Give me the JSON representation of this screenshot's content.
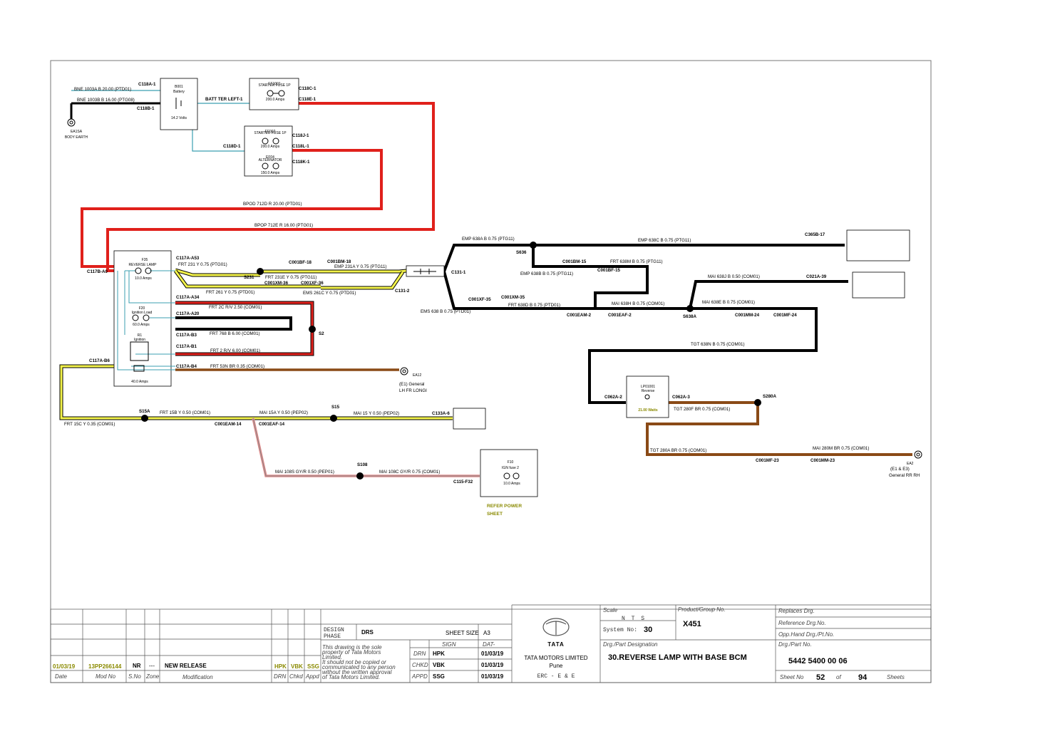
{
  "colors": {
    "red": "#e0201b",
    "black": "#000000",
    "yellow": "#f3f34a",
    "brown": "#8a4a16",
    "redpink": "#e08a8a",
    "cyan": "#3b9fb0",
    "olive": "#8a8a00"
  },
  "battery": {
    "name": "B001",
    "sub": "Battery",
    "volts": "14.2 Volts",
    "earth1": "EA1SA",
    "earth2": "BODY EARTH"
  },
  "fuse_top": {
    "name": "EF1001",
    "sub": "STARTER FUSE 1P",
    "amps": "200.0 Amps"
  },
  "fuse_box2": {
    "name1": "EF002",
    "sub1": "STARTER FUSE 1P",
    "amps1": "200.0 Amps",
    "name2": "EF04",
    "sub2": "ALTERNATOR",
    "amps2": "150.0 Amps"
  },
  "fuse_f35": {
    "name": "F35",
    "sub": "REVERSE LAMP",
    "amps": "10.0 Amps"
  },
  "fuse_f20": {
    "name": "F20",
    "sub": "Ignition Load",
    "amps": "60.0 Amps"
  },
  "relay_r1": {
    "name": "R1",
    "sub": "Ignition"
  },
  "fuse_f22": {
    "amps": "40.0 Amps"
  },
  "f10": {
    "name": "F10",
    "sub": "IGN fuse 2",
    "amps": "10.0 Amps",
    "refer": "REFER POWER",
    "refer2": "SHEET"
  },
  "lamp": {
    "name": "LP01001",
    "sub": "Reverse",
    "watts": "21.00 Watts"
  },
  "wires": {
    "w1": "BNE  1003A  B  20.00  (PTD01)",
    "w2": "BNE  1003B  B  16.00  (PTG08)",
    "w3": "BPOD  712D  R  20.00  (PTD01)",
    "w4": "BPOP  712E  R  16.00  (PTG01)",
    "w5": "FRT  231  Y  0.75  (PTG01)",
    "w6": "EMP  231A  Y  0.75  (PTG11)",
    "w7": "FRT  231E  Y  0.75  (PTG11)",
    "w8": "FRT  261  Y  0.75  (PTD01)",
    "w9": "EMS  261C  Y  0.75  (PTD01)",
    "w10": "EMP  638A  B  0.75  (PTG11)",
    "w11": "EMP  638C  B  0.75  (PTG11)",
    "w12": "FRT  638M  B  0.75  (PTG11)",
    "w13": "EMP  638B  B  0.75  (PTG11)",
    "w14": "MAI  638J  B  0.50  (COM01)",
    "w15": "FRT  638D  B  0.75  (PTD01)",
    "w16": "MAI  638H  B  0.75  (COM01)",
    "w17": "MAI  638E  B  0.75  (COM01)",
    "w18": "EMS  638  B  0.75  (PTD01)",
    "w19": "FRT  2C  R/V  2.50  (COM01)",
    "w20": "FRT  768  B  6.00  (COM01)",
    "w21": "FRT  2  R/V  6.00  (COM01)",
    "w22": "FRT  53N  BR  0.35  (COM01)",
    "w23": "TGT  638N  B  0.75  (COM01)",
    "w24": "FRT  15B  Y  0.50  (COM01)",
    "w25": "MAI  15A  Y  0.50  (PEP02)",
    "w26": "MAI  15  Y  0.50  (PEP02)",
    "w27": "FRT  15C  Y  0.35  (COM01)",
    "w28": "TGT  280F  BR  0.75  (COM01)",
    "w29": "TGT  280A  BR  0.75  (COM01)",
    "w30": "MAI  280M  BR  0.75  (COM01)",
    "w31": "MAI  108S  GY/R  0.50  (PEP01)",
    "w32": "MAI  108C  GY/R  0.75  (COM01)"
  },
  "connectors": {
    "c1": "C118A-1",
    "c2": "C118B-1",
    "c3": "BATT TER LEFT-1",
    "c4": "C118C-1",
    "c5": "C118E-1",
    "c6": "C118J-1",
    "c7": "C118D-1",
    "c8": "C118L-1",
    "c9": "C118K-1",
    "c10": "C117B-A0",
    "c11": "C117A-A53",
    "c12": "S231",
    "c13": "C001BF-18",
    "c14": "C001BM-18",
    "c15": "C001XM-36",
    "c16": "C001XF-36",
    "c17": "C131-1",
    "c18": "C131-2",
    "c19": "S636",
    "c20": "C001BM-15",
    "c21": "C001BF-15",
    "c22": "C365B-17",
    "c23": "C021A-39",
    "c24": "C001XF-35",
    "c25": "C001XM-35",
    "c26": "C001EAM-2",
    "c27": "C001EAF-2",
    "c28": "S638A",
    "c29": "C001MM-24",
    "c30": "C001MF-24",
    "c31": "C117A-A34",
    "c32": "C117A-A20",
    "c33": "C117A-B3",
    "c34": "C117A-B1",
    "c35": "S2",
    "c36": "C117A-B6",
    "c37": "C117A-B4",
    "c38": "S15A",
    "c39": "C001EAM-14",
    "c40": "C001EAF-14",
    "c41": "S15",
    "c42": "C133A-6",
    "c43": "S108",
    "c44": "C115-F32",
    "c45": "C062A-2",
    "c46": "C062A-3",
    "c47": "S280A",
    "c48": "C001MF-23",
    "c49": "C001MM-23"
  },
  "earths": {
    "ea12": "EA12",
    "ea12a": "(E1) General",
    "ea12b": "LH FR LONGI",
    "ea2": "EA2",
    "ea2a": "(E1 & E3)",
    "ea2b": "General RR RH"
  },
  "titleblock": {
    "rev_date": "01/03/19",
    "rev_mod": "13PP266144",
    "rev_sno": "NR",
    "rev_zone": "---",
    "rev_desc": "NEW RELEASE",
    "rev_drn": "HPK",
    "rev_chkd": "VBK",
    "rev_appd": "SSG",
    "h_date": "Date",
    "h_mod": "Mod No",
    "h_sno": "S.No",
    "h_zone": "Zone",
    "h_modif": "Modification",
    "h_drn": "DRN",
    "h_chkd": "Chkd",
    "h_appd": "Appd",
    "design_phase": "DESIGN",
    "design_phase2": "PHASE",
    "phase_val": "DRS",
    "sheet_size": "SHEET SIZE",
    "sheet_size_val": "A3",
    "sign": "SIGN",
    "dat": "DAT-",
    "note1": "This drawing is the sole",
    "note2": "property of Tata Motors",
    "note3": "Limited.",
    "note4": "It should not be copied or",
    "note5": "communicated to any person",
    "note6": "without the written approval",
    "note7": "of Tata Motors Limited.",
    "drn": "DRN",
    "drn_name": "HPK",
    "drn_date": "01/03/19",
    "chkd": "CHKD",
    "chkd_name": "VBK",
    "chkd_date": "01/03/19",
    "appd": "APPD",
    "appd_name": "SSG",
    "appd_date": "01/03/19",
    "logo": "TATA",
    "company": "TATA MOTORS LIMITED",
    "city": "Pune",
    "dept": "ERC - E & E",
    "scale": "Scale",
    "scale_val": "N T S",
    "system_no": "System No:",
    "system_val": "30",
    "product_group": "Product/Group No.",
    "product_val": "X451",
    "part_designation": "Drg./Part Designation",
    "designation_val": "30.REVERSE LAMP WITH BASE BCM",
    "replaces": "Replaces Drg.",
    "reference": "Reference Drg.No.",
    "opp_hand": "Opp.Hand Drg./Pt.No.",
    "part_no": "Drg./Part No.",
    "part_no_val": "5442 5400 00 06",
    "sheet_no": "Sheet No",
    "sheet_val": "52",
    "of": "of",
    "of_val": "94",
    "sheets": "Sheets"
  }
}
